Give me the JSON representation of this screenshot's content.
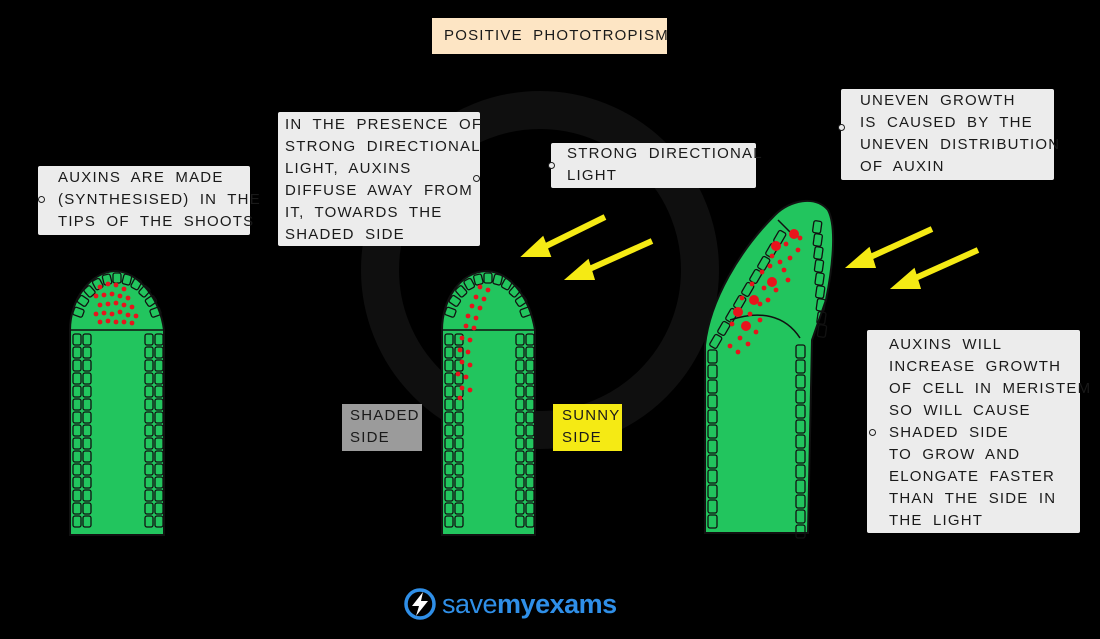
{
  "title": "POSITIVE   PHOTOTROPISM",
  "callouts": {
    "auxins_made": [
      "AUXINS  ARE  MADE",
      "(SYNTHESISED)  IN  THE",
      "TIPS  OF  THE  SHOOTS"
    ],
    "presence_of_light": [
      "IN  THE  PRESENCE  OF",
      "STRONG  DIRECTIONAL",
      "LIGHT,  AUXINS",
      "DIFFUSE  AWAY  FROM",
      "IT,  TOWARDS  THE",
      "SHADED  SIDE"
    ],
    "strong_light": [
      "STRONG  DIRECTIONAL",
      "LIGHT"
    ],
    "uneven_growth": [
      "UNEVEN  GROWTH",
      "IS  CAUSED  BY  THE",
      "UNEVEN  DISTRIBUTION",
      "OF  AUXIN"
    ],
    "auxins_increase": [
      "AUXINS  WILL",
      "INCREASE  GROWTH",
      "OF  CELL  IN  MERISTEM",
      "SO  WILL  CAUSE",
      "SHADED  SIDE",
      "TO  GROW  AND",
      "ELONGATE  FASTER",
      "THAN  THE  SIDE  IN",
      "THE  LIGHT"
    ]
  },
  "labels": {
    "shaded": [
      "SHADED",
      "SIDE"
    ],
    "sunny": [
      "SUNNY",
      "SIDE"
    ]
  },
  "colors": {
    "shoot_green": "#22c55e",
    "auxin_red": "#e8141c",
    "light_arrow": "#f5ea14",
    "callout_bg": "#ececec",
    "title_bg": "#fde5c4",
    "shaded_bg": "#9b9b9b",
    "sunny_bg": "#f5ea14",
    "brand_blue": "#2f8fe8"
  },
  "brand": {
    "prefix": "save",
    "suffix": "my",
    "suffix2": "exams"
  }
}
